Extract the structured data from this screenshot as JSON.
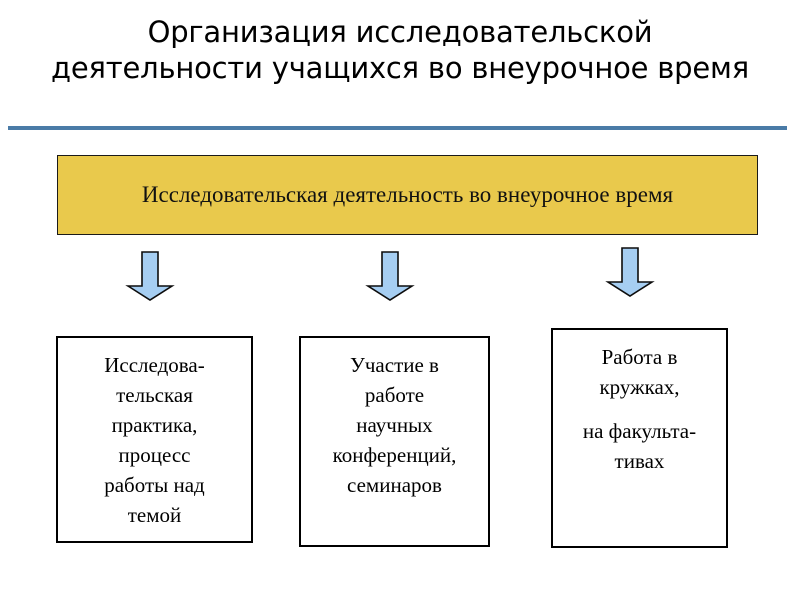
{
  "slide": {
    "title": "Организация исследовательской деятельности учащихся во внеурочное время",
    "accent_color": "#4A7BA7",
    "banner_fill": "#E9C94C",
    "arrow_fill": "#A6CEF2",
    "arrow_stroke": "#0D0D0D",
    "box_stroke": "#000000",
    "background": "#FFFFFF"
  },
  "banner": {
    "label": "Исследовательская деятельность во внеурочное время"
  },
  "arrows": [
    {
      "name": "arrow-down-1"
    },
    {
      "name": "arrow-down-2"
    },
    {
      "name": "arrow-down-3"
    }
  ],
  "boxes": [
    {
      "label": "Исследова-\nтельская\nпрактика,\nпроцесс\nработы  над\nтемой",
      "label2": ""
    },
    {
      "label": "Участие в\nработе\nнаучных\nконференций,\nсеминаров",
      "label2": ""
    },
    {
      "label": "Работа в\nкружках,",
      "label2": "на факульта-\nтивах"
    }
  ]
}
